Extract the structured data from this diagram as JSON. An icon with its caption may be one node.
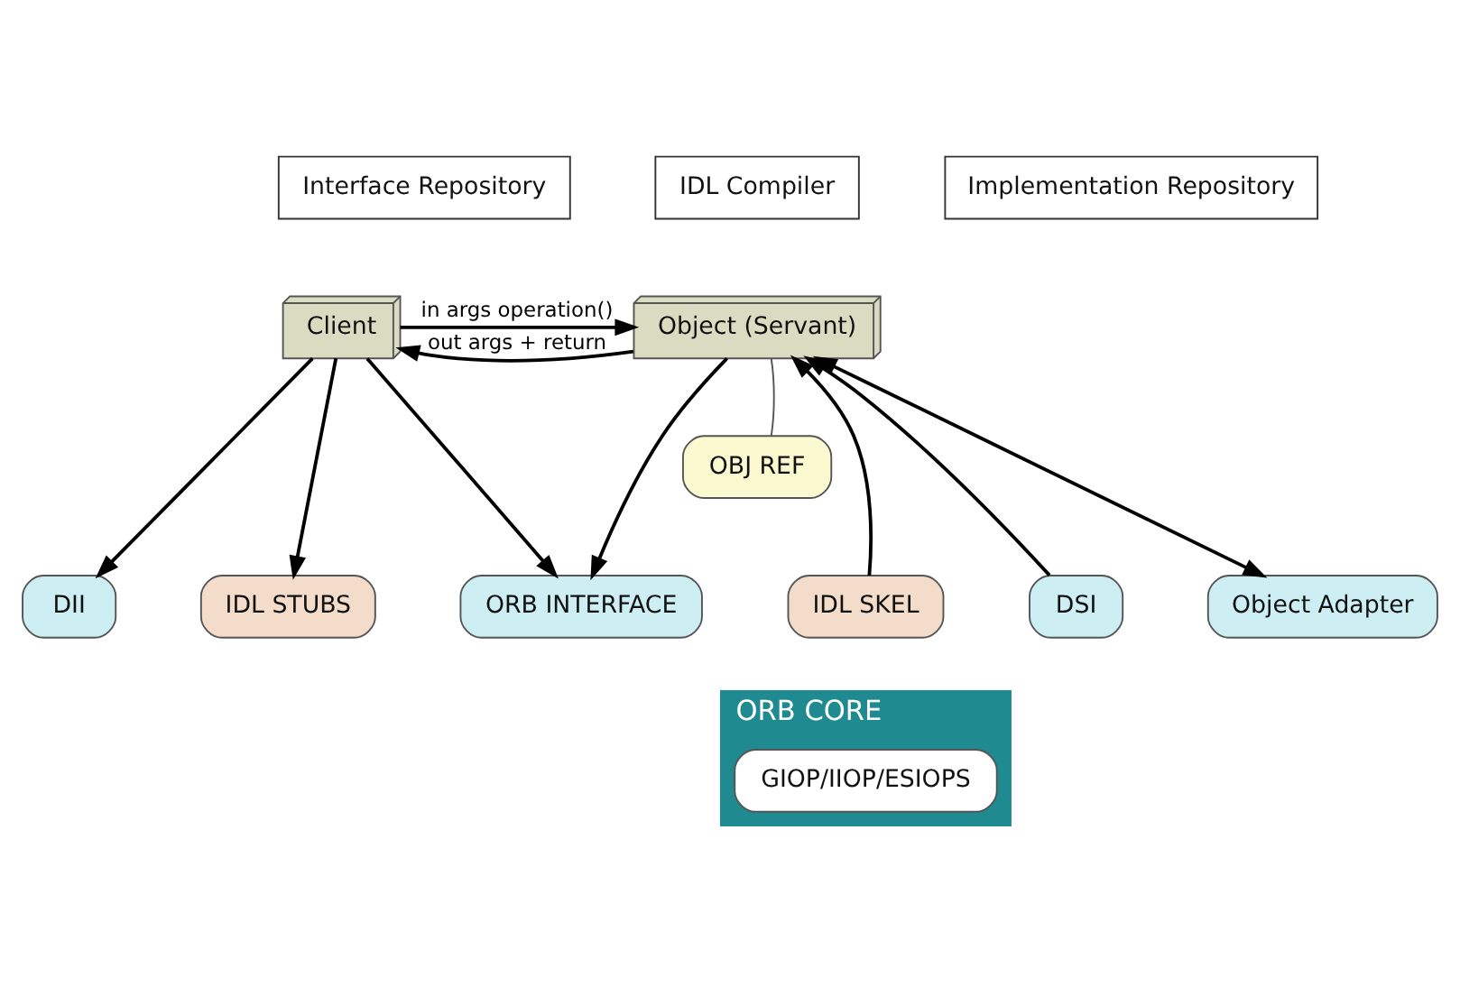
{
  "diagram": {
    "nodes": [
      {
        "text": [
          "Interface Repository"
        ]
      },
      {
        "text": [
          "IDL Compiler"
        ]
      },
      {
        "text": [
          "Implementation Repository"
        ]
      },
      {
        "text": [
          "Client"
        ]
      },
      {
        "text": [
          "OBJ REF"
        ]
      },
      {
        "text": [
          "Object (Servant)"
        ]
      },
      {
        "text": [
          "DII"
        ]
      },
      {
        "text": [
          "IDL STUBS"
        ]
      },
      {
        "text": [
          "ORB INTERFACE"
        ]
      },
      {
        "text": [
          "IDL SKEL"
        ]
      },
      {
        "text": [
          "DSI"
        ]
      },
      {
        "text": [
          "Object Adapter"
        ]
      },
      {
        "text": [
          "ORB CORE"
        ]
      },
      {
        "text": [
          "GIOP/IIOP/ESIOPS"
        ],
        "in": 12
      }
    ],
    "edges": [
      {
        "from": 4,
        "to": 5,
        "arrow": "none"
      },
      {
        "from": 3,
        "to": 5,
        "arrow": "to",
        "label": "in args operation()"
      },
      {
        "from": 5,
        "to": 3,
        "arrow": "to",
        "label": "out args + return"
      },
      {
        "from": 3,
        "to": 6,
        "arrow": "to"
      },
      {
        "from": 3,
        "to": 7,
        "arrow": "to"
      },
      {
        "from": 3,
        "to": 8,
        "arrow": "to"
      },
      {
        "from": 5,
        "to": 8,
        "arrow": "to"
      },
      {
        "from": 9,
        "to": 5,
        "arrow": "to"
      },
      {
        "from": 10,
        "to": 5,
        "arrow": "to"
      },
      {
        "from": 11,
        "to": 5,
        "arrow": "both"
      }
    ]
  }
}
